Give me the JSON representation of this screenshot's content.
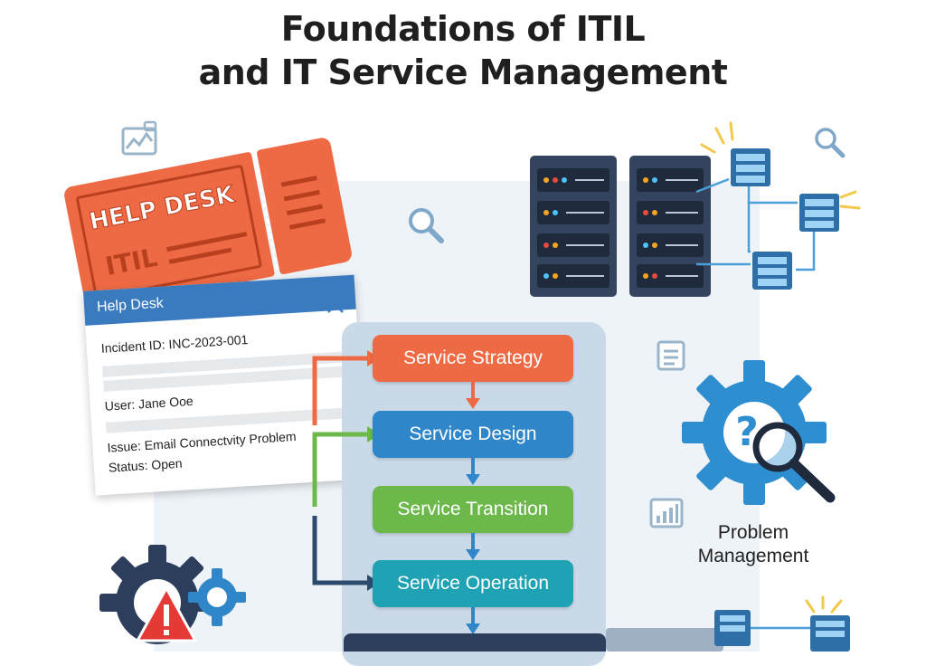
{
  "title": {
    "line1": "Foundations of ITIL",
    "line2": "and IT Service Management"
  },
  "ticket": {
    "line1": "HELP DESK",
    "line2": "ITIL"
  },
  "help_desk_window": {
    "title": "Help Desk",
    "close_icon": "close-icon",
    "incident": "Incident ID: INC-2023-001",
    "user": "User: Jane Ooe",
    "issue": "Issue: Email Connectvity Problem",
    "status": "Status: Open"
  },
  "lifecycle": {
    "steps": [
      {
        "label": "Service Strategy",
        "color": "#ee6a44"
      },
      {
        "label": "Service Design",
        "color": "#2f86c8"
      },
      {
        "label": "Service Transition",
        "color": "#6cb84a"
      },
      {
        "label": "Service Operation",
        "color": "#1fa2b3"
      }
    ],
    "arrow_color": "#2f86c8",
    "connector_colors": [
      "#ee6a44",
      "#6cb84a",
      "#2c4a6b"
    ]
  },
  "problem_management": {
    "label": "Problem Management",
    "icon": "gear-magnifier-icon"
  },
  "colors": {
    "gear_blue": "#2f8ed0",
    "dark_navy": "#2c3e5c",
    "warning_red": "#e53935",
    "server_dark": "#34445e"
  }
}
